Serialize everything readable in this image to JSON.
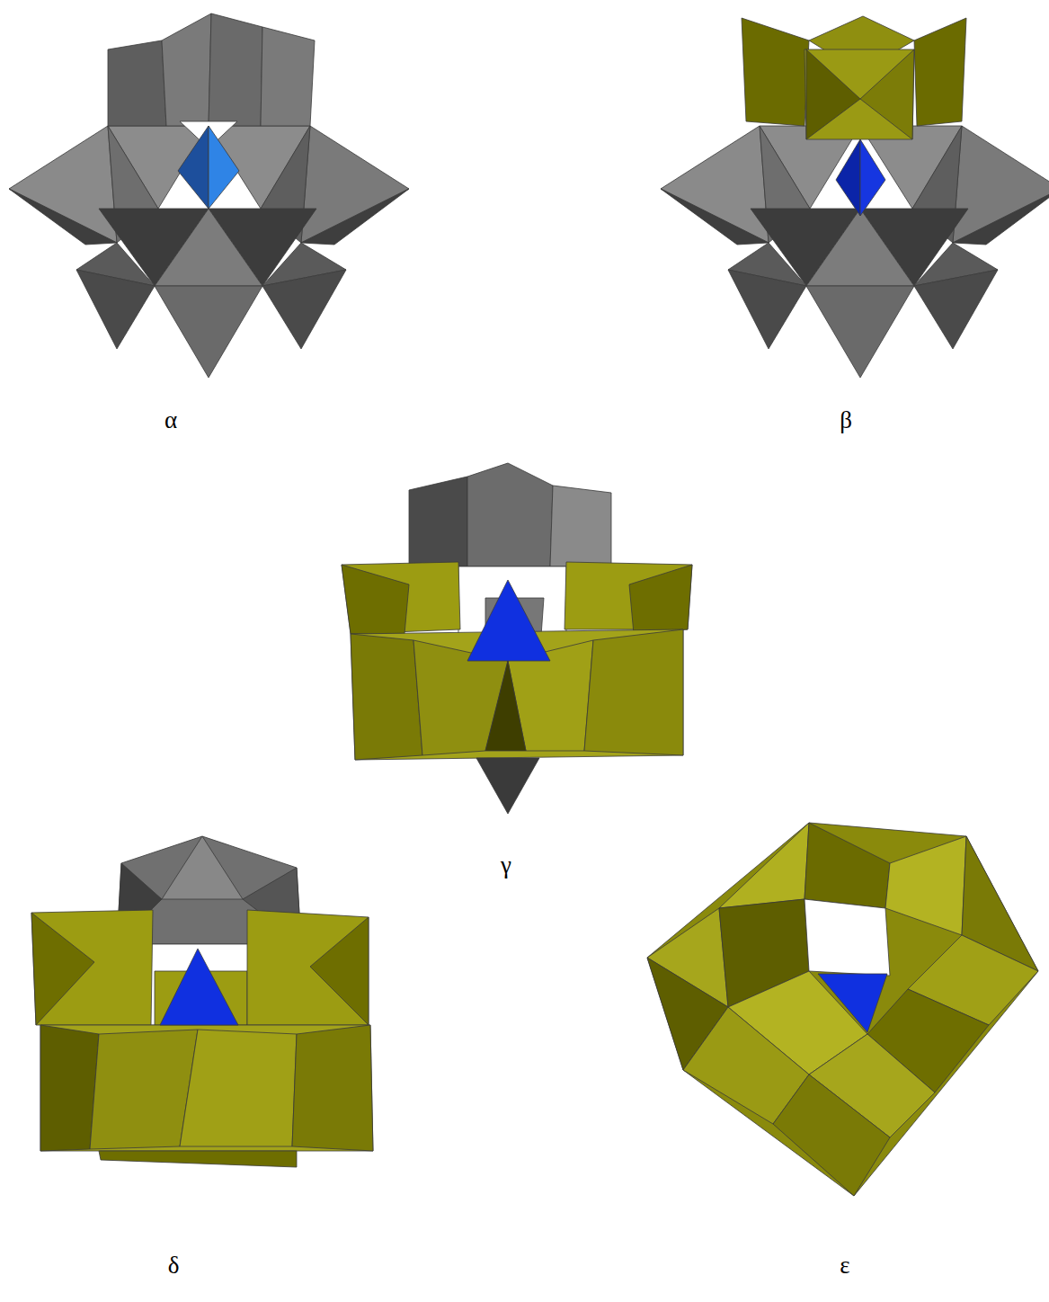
{
  "diagram": {
    "labels": [
      "α",
      "β",
      "γ",
      "δ",
      "ε"
    ]
  }
}
